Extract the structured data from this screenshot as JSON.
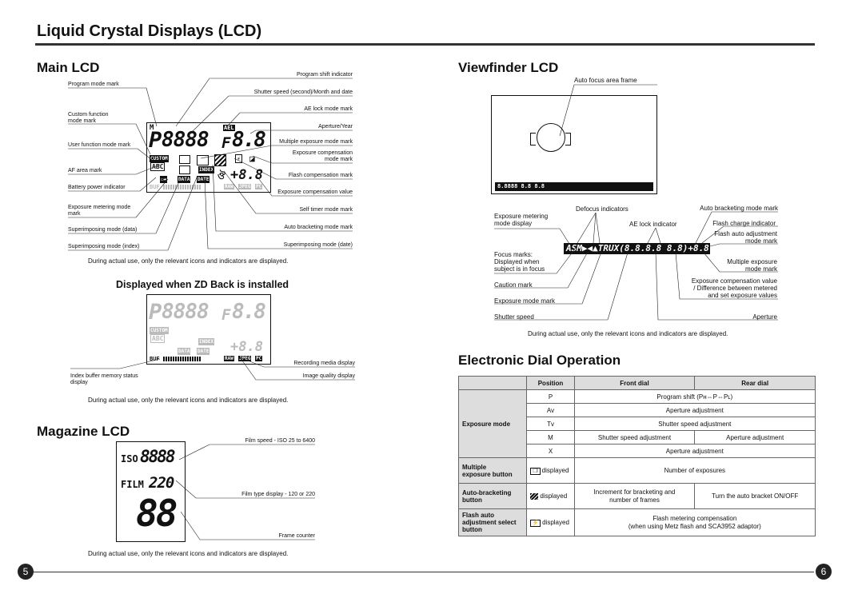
{
  "page": {
    "title": "Liquid Crystal Displays (LCD)",
    "left_page_number": "5",
    "right_page_number": "6"
  },
  "main_lcd": {
    "heading": "Main LCD",
    "left_labels": [
      "Program mode mark",
      "Custom function\nmode mark",
      "User function mode mark",
      "AF area mark",
      "Battery power indicator",
      "Exposure metering mode\nmark",
      "Superimposing mode (data)",
      "Superimposing mode (index)"
    ],
    "right_labels": [
      "Program shift indicator",
      "Shutter speed (second)/Month and date",
      "AE lock mode mark",
      "Aperture/Year",
      "Multiple exposure mode mark",
      "Exposure compensation\nmode mark",
      "Flash compensation mark",
      "Exposure compensation value",
      "Self timer mode mark",
      "Auto bracketing mode mark",
      "Superimposing mode (date)"
    ],
    "lcd_text": {
      "p": "P",
      "digits": "8888",
      "f": "F",
      "ap": "8.8",
      "custom": "CUSTOM",
      "abc": "ABC",
      "index": "INDEX",
      "data": "DATA",
      "date": "DATE",
      "buf": "BUF",
      "raw": "RAW",
      "jpeg": "JPEG",
      "pc": "PC",
      "comp": "+8.8",
      "ael": "AEL",
      "m": "M"
    },
    "note": "During actual use, only the relevant icons and indicators are displayed."
  },
  "zd_back": {
    "heading": "Displayed when ZD Back is installed",
    "labels_right": [
      "Recording media display",
      "Image quality display"
    ],
    "labels_left": [
      "Index buffer memory status\ndisplay"
    ],
    "note": "During actual use, only the relevant icons and indicators are displayed."
  },
  "magazine_lcd": {
    "heading": "Magazine LCD",
    "iso": "ISO",
    "iso_digits": "8888",
    "film": "FILM",
    "film_digits": "220",
    "counter": "88",
    "labels": [
      "Film speed - ISO 25 to 6400",
      "Film type display - 120 or 220",
      "Frame counter"
    ],
    "note": "During actual use, only the relevant icons and indicators are displayed."
  },
  "viewfinder_lcd": {
    "heading": "Viewfinder LCD",
    "af_label": "Auto focus area frame",
    "strip_text": "8.8888 8.8 8.8",
    "left_labels": [
      "Exposure metering\nmode display",
      "Focus marks:\nDisplayed when\nsubject is in focus",
      "Caution mark",
      "Exposure mode mark",
      "Shutter speed"
    ],
    "top_labels": [
      "Defocus indicators",
      "AE lock indicator"
    ],
    "right_labels": [
      "Auto bracketing mode mark",
      "Flash charge indicator",
      "Flash auto adjustment\nmode mark",
      "Multiple exposure\nmode mark",
      "Exposure compensation value\n/ Difference between metered\nand set exposure values",
      "Aperture"
    ],
    "bar_text": "ASM▶◀▲TRUX(8.8.8.8 8.8)+8.8",
    "note": "During actual use, only the relevant icons and indicators are displayed."
  },
  "dial": {
    "heading": "Electronic Dial Operation",
    "headers": [
      "Position",
      "Front dial",
      "Rear dial"
    ],
    "exposure_mode": "Exposure mode",
    "rows": [
      {
        "pos": "P",
        "front": "Program shift (Pʜ⇔P⇔Pʟ)"
      },
      {
        "pos": "Av",
        "front": "Aperture adjustment"
      },
      {
        "pos": "Tv",
        "front": "Shutter speed adjustment"
      },
      {
        "pos": "M",
        "front": "Shutter speed adjustment",
        "rear": "Aperture adjustment"
      },
      {
        "pos": "X",
        "front": "Aperture adjustment"
      }
    ],
    "multi": {
      "label": "Multiple\nexposure button",
      "pos": "displayed",
      "val": "Number of exposures"
    },
    "bracket": {
      "label": "Auto-bracketing\nbutton",
      "pos": "displayed",
      "front": "Increment for bracketing and\nnumber of frames",
      "rear": "Turn the auto bracket ON/OFF"
    },
    "flash": {
      "label": "Flash auto\nadjustment select\nbutton",
      "pos": "displayed",
      "val": "Flash metering compensation\n(when using Metz flash and SCA3952 adaptor)"
    }
  }
}
